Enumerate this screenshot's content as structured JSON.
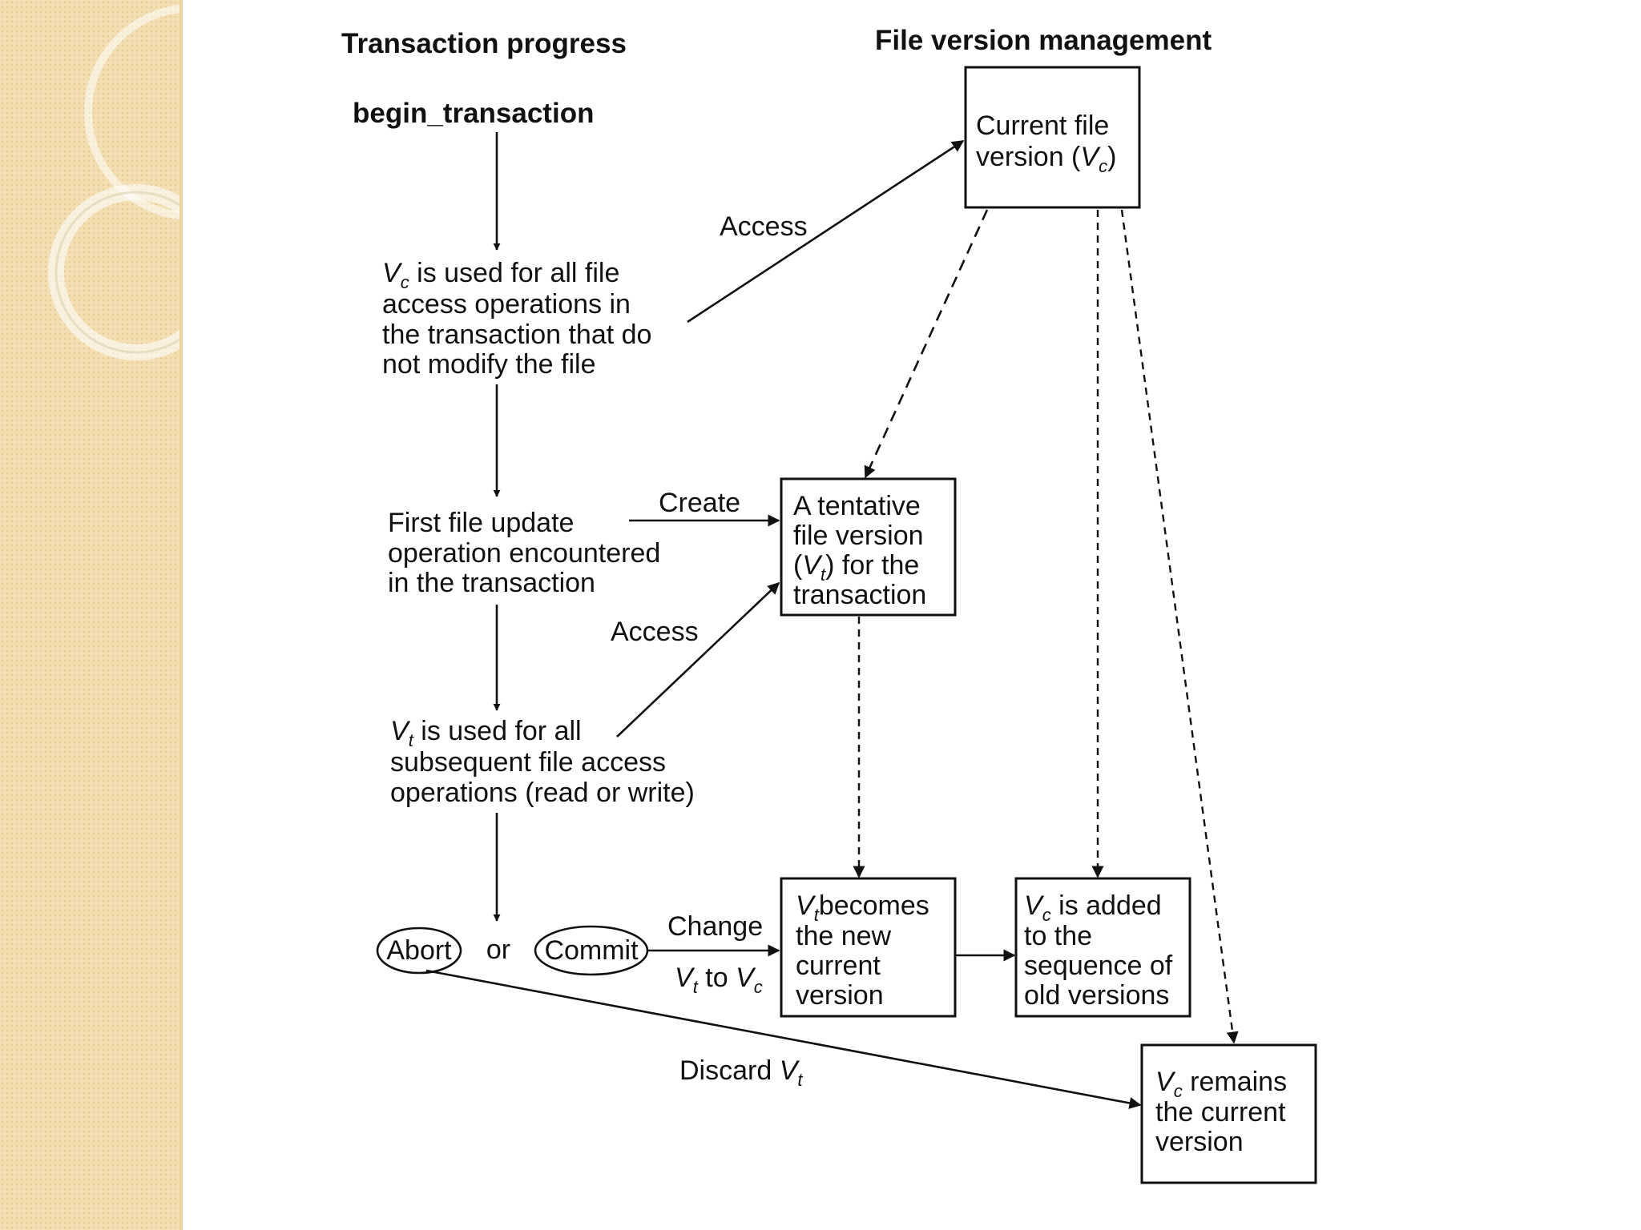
{
  "headings": {
    "left": "Transaction progress",
    "right": "File version management"
  },
  "steps": {
    "begin": "begin_transaction",
    "vc_use": {
      "line1_rest": "is used for all file",
      "line2": "access operations in",
      "line3": "the transaction that do",
      "line4": "not modify the file"
    },
    "first_update": {
      "line1": "First file update",
      "line2": "operation encountered",
      "line3": "in the transaction"
    },
    "vt_use": {
      "line1_rest": "is used for all",
      "line2": "subsequent file access",
      "line3": "operations (read or write)"
    },
    "abort": "Abort",
    "or": "or",
    "commit": "Commit"
  },
  "boxes": {
    "current": {
      "line1": "Current file",
      "line2_pre": "version (",
      "line2_post": ")"
    },
    "tentative": {
      "line1": "A tentative",
      "line2": "file version",
      "line3_post": ") for the",
      "line4": "transaction"
    },
    "becomes": {
      "line1_rest": "becomes",
      "line2": "the new",
      "line3": "current",
      "line4": "version"
    },
    "added": {
      "line1_rest": "is added",
      "line2": "to the",
      "line3": "sequence of",
      "line4": "old versions"
    },
    "remains": {
      "line1_rest": "remains",
      "line2": "the current",
      "line3": "version"
    }
  },
  "labels": {
    "access1": "Access",
    "create": "Create",
    "access2": "Access",
    "change": "Change",
    "to": "to",
    "discard": "Discard"
  },
  "symbols": {
    "V": "V",
    "c": "c",
    "t": "t"
  }
}
